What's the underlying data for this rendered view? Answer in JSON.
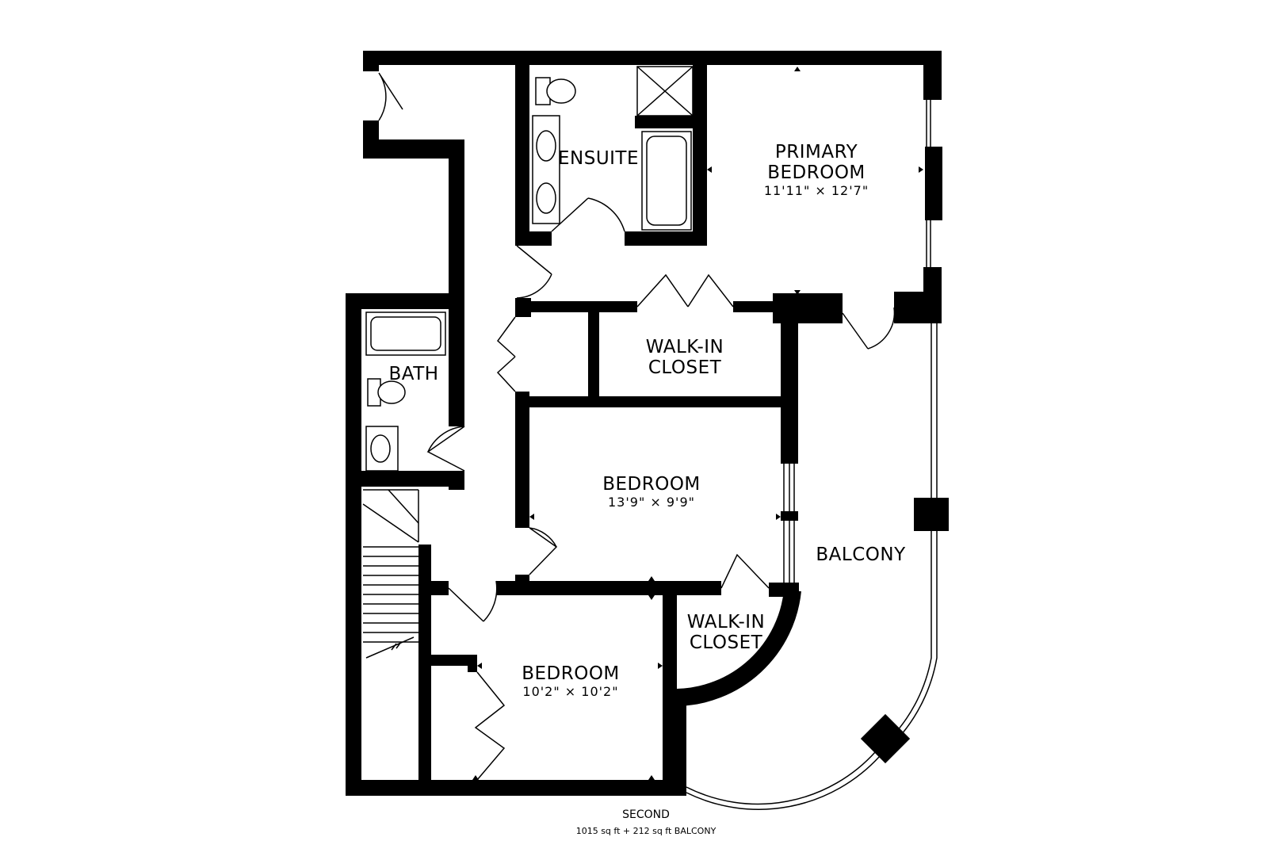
{
  "rooms": {
    "ensuite": {
      "name": "ENSUITE"
    },
    "primary": {
      "name_line1": "PRIMARY",
      "name_line2": "BEDROOM",
      "dims": "11'11\" × 12'7\""
    },
    "walkin_upper": {
      "name_line1": "WALK-IN",
      "name_line2": "CLOSET"
    },
    "bath": {
      "name": "BATH"
    },
    "bedroom_mid": {
      "name": "BEDROOM",
      "dims": "13'9\" × 9'9\""
    },
    "balcony": {
      "name": "BALCONY"
    },
    "walkin_lower": {
      "name_line1": "WALK-IN",
      "name_line2": "CLOSET"
    },
    "bedroom_lower": {
      "name": "BEDROOM",
      "dims": "10'2\" × 10'2\""
    }
  },
  "caption": {
    "floor": "SECOND",
    "area": "1015 sq ft + 212 sq ft BALCONY"
  },
  "colors": {
    "wall": "#000000",
    "background": "#ffffff"
  }
}
